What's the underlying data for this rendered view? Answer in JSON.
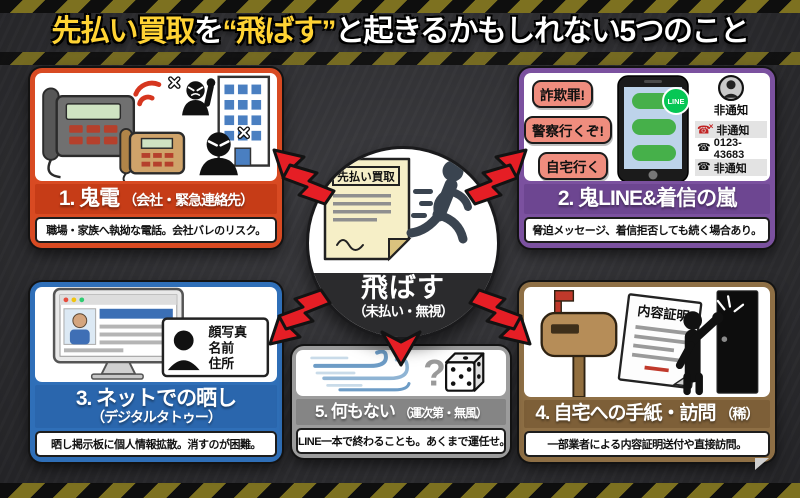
{
  "header": {
    "title_part1": "先払い買取",
    "title_part2": "を",
    "title_part3": "“飛ばす”",
    "title_part4": "と起きるかもしれない5つのこと"
  },
  "center": {
    "document_label": "先払い買取",
    "label": "飛ばす",
    "sublabel": "（未払い・無視）"
  },
  "panels": [
    {
      "number_title": "1. 鬼電",
      "subtitle": "（会社・緊急連絡先）",
      "desc": "職場・家族へ執拗な電話。会社バレのリスク。",
      "accent": "#d84a22",
      "band": "#c63c17"
    },
    {
      "number_title": "2. 鬼LINE&着信の嵐",
      "subtitle": "",
      "desc": "脅迫メッセージ、着信拒否しても続く場合あり。",
      "accent": "#7b519f",
      "band": "#6d4691",
      "bubbles": [
        "詐欺罪!",
        "警察行くぞ!",
        "自宅行く"
      ],
      "line_badge": "LINE",
      "caller_id": "非通知",
      "call_rows": [
        {
          "icon": "missed-call-icon",
          "text": "非通知"
        },
        {
          "icon": "incoming-call-icon",
          "text": "0123-43683"
        },
        {
          "icon": "phone-icon",
          "text": "非通知"
        }
      ]
    },
    {
      "number_title": "3. ネットでの晒し",
      "subtitle": "（デジタルタトゥー）",
      "desc": "晒し掲示板に個人情報拡散。消すのが困難。",
      "accent": "#2f6fb8",
      "band": "#2a66ad",
      "id_card_lines": [
        "顔写真",
        "名前",
        "住所"
      ]
    },
    {
      "number_title": "4. 自宅への手紙・訪問",
      "subtitle": "（稀）",
      "desc": "一部業者による内容証明送付や直接訪問。",
      "accent": "#8e6f45",
      "band": "#7d5f38",
      "letter_label": "内容証明"
    },
    {
      "number_title": "5. 何もない",
      "subtitle": "（運次第・無風）",
      "desc": "LINE一本で終わることも。あくまで運任せ。",
      "accent": "#9c9c9c",
      "band": "#858585",
      "question_text": "?"
    }
  ],
  "colors": {
    "title_highlight": "#ffd334",
    "bolt_red": "#e51e25",
    "line_green": "#06c755",
    "bubble_pink": "#ef8d7e",
    "center_dark": "#2b2b2d",
    "hazard_yellow": "#7d7120",
    "background": "#2e2e31"
  }
}
